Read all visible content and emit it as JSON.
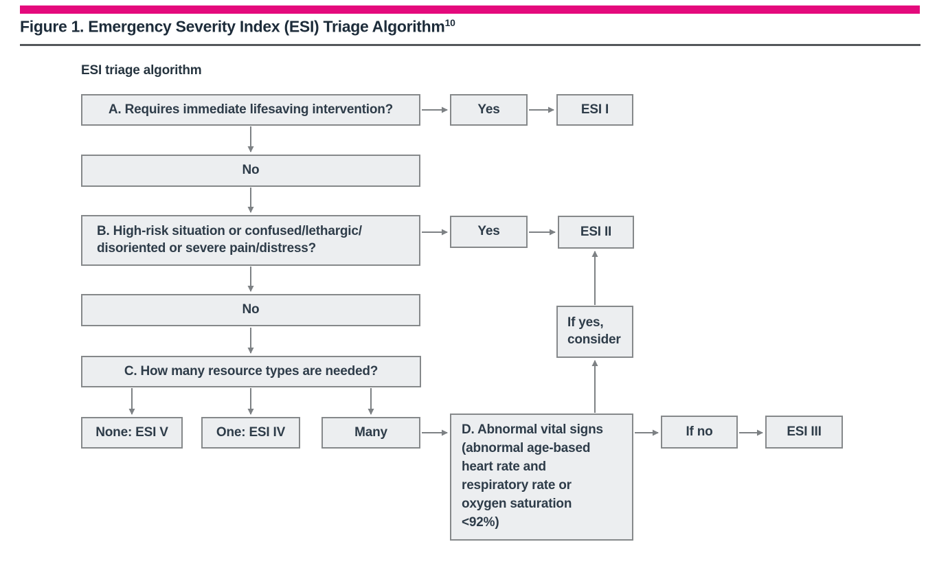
{
  "figure": {
    "title": "Figure 1. Emergency Severity Index (ESI) Triage Algorithm",
    "title_superscript": "10",
    "diagram_label": "ESI triage algorithm"
  },
  "colors": {
    "accent_bar": "#e40a7c",
    "title_rule": "#53575a",
    "box_fill": "#eceef0",
    "box_border": "#85888a",
    "arrow": "#7d8184",
    "text": "#2e3c49"
  },
  "nodes": {
    "a": "A. Requires immediate lifesaving intervention?",
    "yes_a": "Yes",
    "esi_1": "ESI I",
    "no_1": "No",
    "b": "B. High-risk situation or confused/lethargic/\ndisoriented or severe pain/distress?",
    "yes_b": "Yes",
    "esi_2": "ESI II",
    "no_2": "No",
    "c": "C. How many resource types are needed?",
    "none": "None: ESI V",
    "one": "One: ESI IV",
    "many": "Many",
    "d": "D. Abnormal vital signs\n(abnormal age-based\nheart rate and\nrespiratory rate or\noxygen saturation\n<92%)",
    "if_yes": "If yes,\nconsider",
    "if_no": "If no",
    "esi_3": "ESI III"
  }
}
